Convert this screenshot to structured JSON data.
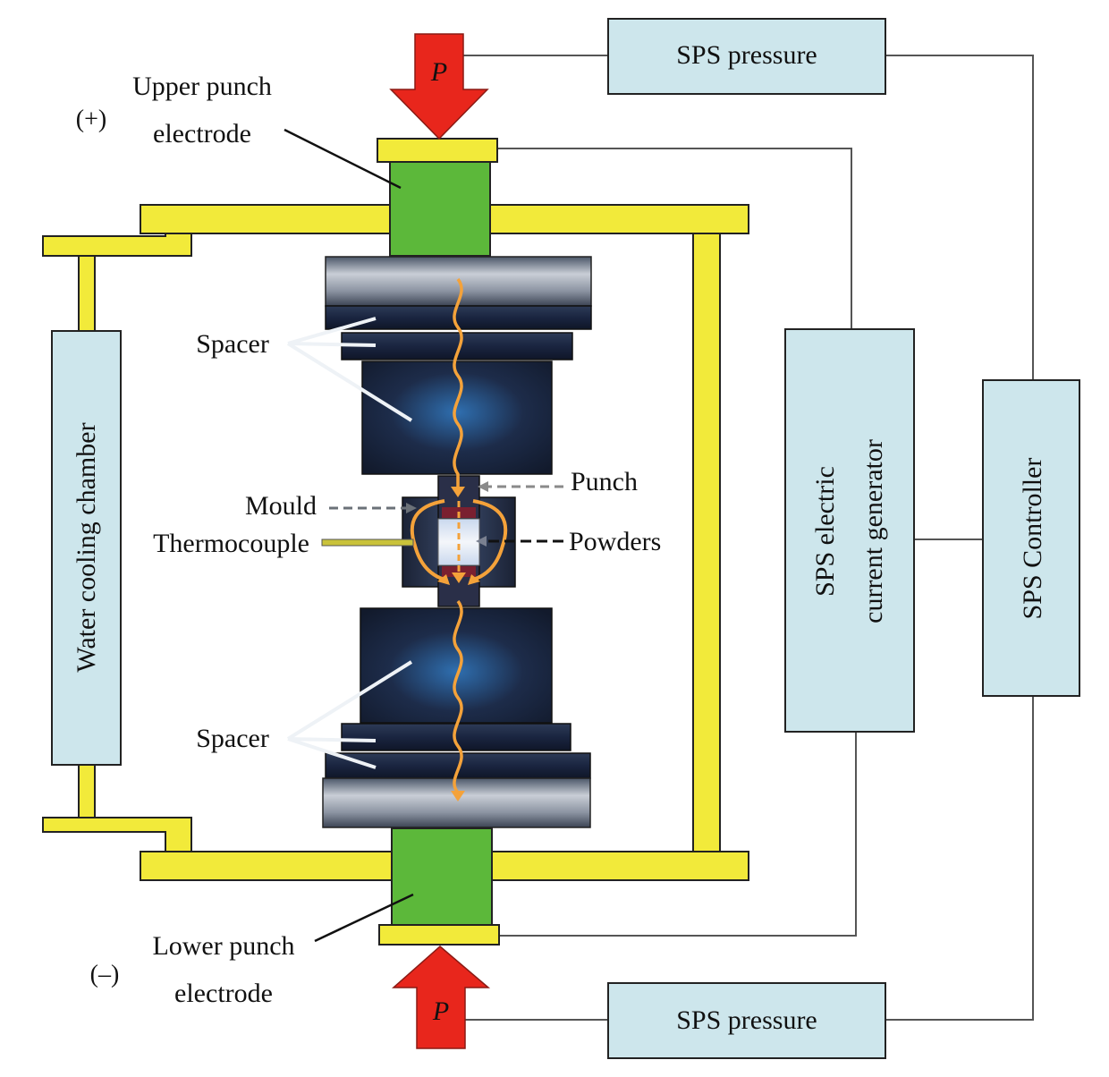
{
  "labels": {
    "sps_pressure_top": "SPS pressure",
    "sps_pressure_bottom": "SPS pressure",
    "upper_electrode_line1": "Upper punch",
    "upper_electrode_line2": "electrode",
    "upper_polarity": "(+)",
    "lower_electrode_line1": "Lower punch",
    "lower_electrode_line2": "electrode",
    "lower_polarity": "(–)",
    "pressure_top": "P",
    "pressure_bottom": "P",
    "water_cooling": "Water cooling chamber",
    "spacer_top": "Spacer",
    "spacer_bottom": "Spacer",
    "punch": "Punch",
    "mould": "Mould",
    "thermocouple": "Thermocouple",
    "powders": "Powders",
    "current_generator_line1": "SPS electric",
    "current_generator_line2": "current generator",
    "controller": "SPS Controller"
  },
  "colors": {
    "box_fill": "#cde6ec",
    "frame_yellow": "#f2ea3a",
    "electrode_green": "#5cb83a",
    "pressure_arrow_red": "#e8261c",
    "current_path_orange": "#f4a23a",
    "spacer_dark": "#1f2d45"
  }
}
